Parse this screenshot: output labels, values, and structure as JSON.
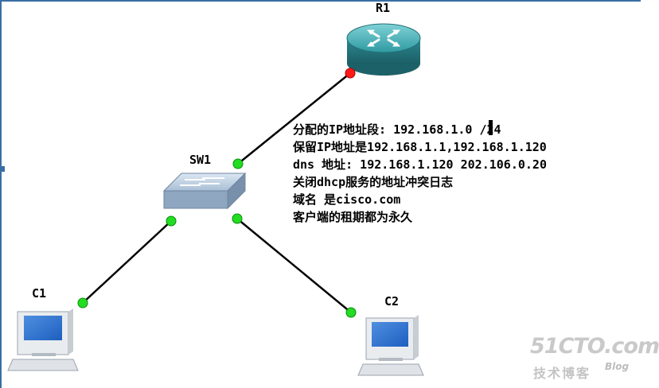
{
  "nodes": {
    "router": {
      "label": "R1"
    },
    "switch": {
      "label": "SW1"
    },
    "client1": {
      "label": "C1"
    },
    "client2": {
      "label": "C2"
    }
  },
  "notes": [
    "分配的IP地址段: 192.168.1.0 /24",
    "保留IP地址是192.168.1.1,192.168.1.120",
    "dns 地址: 192.168.1.120 202.106.0.20",
    "关闭dhcp服务的地址冲突日志",
    "域名 是cisco.com",
    "客户端的租期都为永久"
  ],
  "watermark": {
    "logo": "51CTO.com",
    "subtitle": "技术博客",
    "blog": "Blog"
  },
  "colors": {
    "link_line": "#000000",
    "port_up": "#22dd22",
    "port_down": "#ff1a1a",
    "router_body": "#2e8f96",
    "switch_body": "#9fb6cf"
  }
}
